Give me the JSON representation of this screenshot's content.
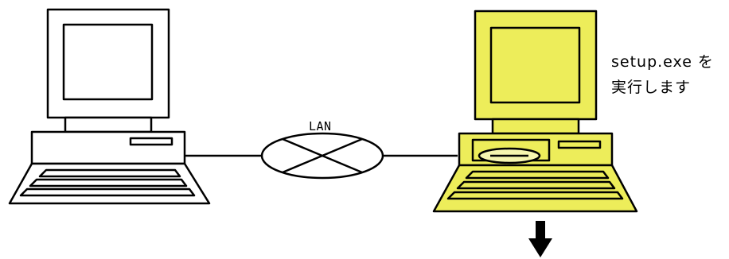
{
  "network": {
    "label": "LAN"
  },
  "setup_note": {
    "line1": "setup.exe を",
    "line2": "実行します"
  },
  "colors": {
    "target_pc_fill": "#eded5a",
    "source_pc_fill": "#ffffff",
    "outline": "#000000"
  }
}
